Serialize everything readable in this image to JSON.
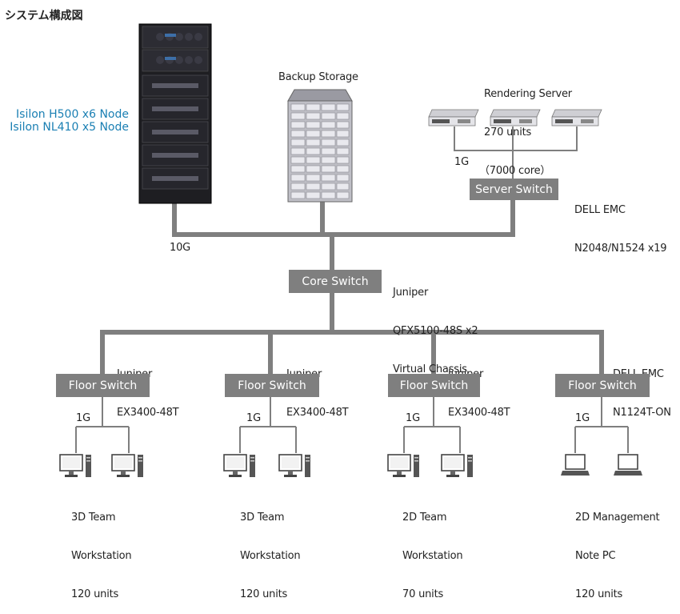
{
  "title": "システム構成図",
  "storage": {
    "isilon_line1": "Isilon H500 x6 Node",
    "isilon_line2": "Isilon NL410 x5 Node",
    "backup_label": "Backup Storage",
    "link_speed": "10G"
  },
  "rendering": {
    "line1": "Rendering Server",
    "line2": "270 units",
    "line3": "（7000 core）",
    "link_speed": "1G"
  },
  "server_switch": {
    "label": "Server Switch",
    "vendor": "DELL EMC",
    "model": "N2048/N1524 x19"
  },
  "core_switch": {
    "label": "Core Switch",
    "vendor": "Juniper",
    "model": "QFX5100-48S x2",
    "note": "Virtual Chassis"
  },
  "floors": [
    {
      "label": "Floor Switch",
      "vendor": "Juniper",
      "model": "EX3400-48T",
      "link": "1G",
      "team": "3D Team",
      "device": "Workstation",
      "count": "120 units"
    },
    {
      "label": "Floor Switch",
      "vendor": "Juniper",
      "model": "EX3400-48T",
      "link": "1G",
      "team": "3D Team",
      "device": "Workstation",
      "count": "120 units"
    },
    {
      "label": "Floor Switch",
      "vendor": "Juniper",
      "model": "EX3400-48T",
      "link": "1G",
      "team": "2D Team",
      "device": "Workstation",
      "count": "70 units"
    },
    {
      "label": "Floor Switch",
      "vendor": "DELL EMC",
      "model": "N1124T-ON",
      "link": "1G",
      "team": "2D Management",
      "device": "Note PC",
      "count": "120 units"
    }
  ],
  "colors": {
    "line": "#7f7f7f",
    "switch": "#7f7f7f",
    "isilon_text": "#1a7fb3",
    "rack": "#1e1e22"
  }
}
